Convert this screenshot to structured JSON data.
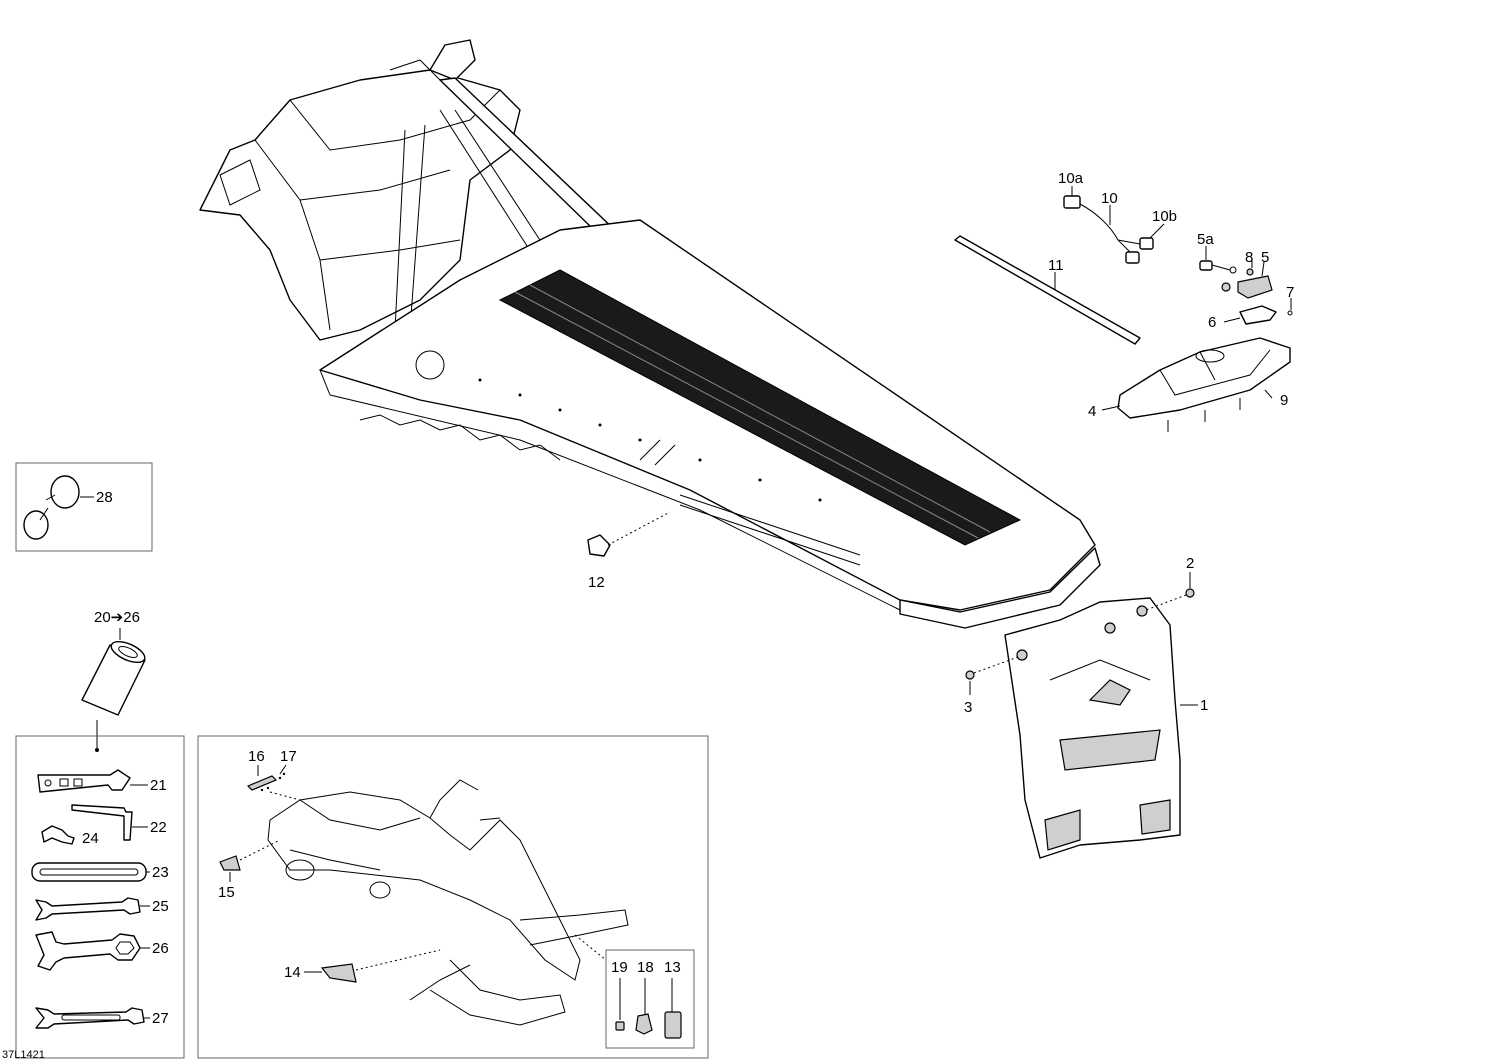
{
  "diagram": {
    "figure_code": "37L1421",
    "callouts": {
      "c1": "1",
      "c2": "2",
      "c3": "3",
      "c4": "4",
      "c5": "5",
      "c5a": "5a",
      "c6": "6",
      "c7": "7",
      "c8": "8",
      "c9": "9",
      "c10": "10",
      "c10a": "10a",
      "c10b": "10b",
      "c11": "11",
      "c12": "12",
      "c13": "13",
      "c14": "14",
      "c15": "15",
      "c16": "16",
      "c17": "17",
      "c18": "18",
      "c19": "19",
      "c20_26": "20➔26",
      "c21": "21",
      "c22": "22",
      "c23": "23",
      "c24": "24",
      "c25": "25",
      "c26": "26",
      "c27": "27",
      "c28": "28"
    }
  }
}
